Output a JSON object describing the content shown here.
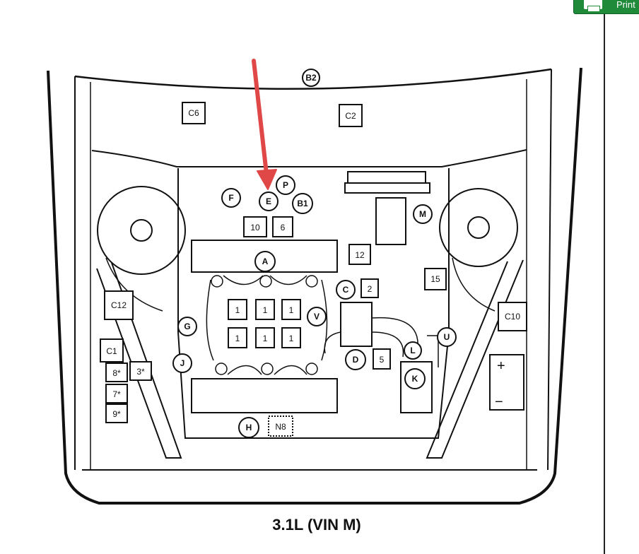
{
  "toolbar": {
    "print_label": "Print"
  },
  "diagram": {
    "caption": "3.1L (VIN M)",
    "labels": {
      "b2": "B2",
      "c6": "C6",
      "c2": "C2",
      "f": "F",
      "p": "P",
      "e": "E",
      "b1": "B1",
      "m": "M",
      "r10": "10",
      "r6": "6",
      "a": "A",
      "r12": "12",
      "r15": "15",
      "c": "C",
      "r2": "2",
      "c12": "C12",
      "v": "V",
      "g": "G",
      "c10": "C10",
      "u": "U",
      "c1": "C1",
      "j": "J",
      "d": "D",
      "r5": "5",
      "l": "L",
      "k": "K",
      "r8": "8*",
      "r3": "3*",
      "r7": "7*",
      "r9": "9*",
      "h": "H",
      "n8": "N8",
      "one": "1",
      "plus": "+",
      "minus": "−"
    },
    "colors": {
      "arrow": "#e04848",
      "ink": "#111111",
      "print_green": "#1f8a3a"
    }
  }
}
